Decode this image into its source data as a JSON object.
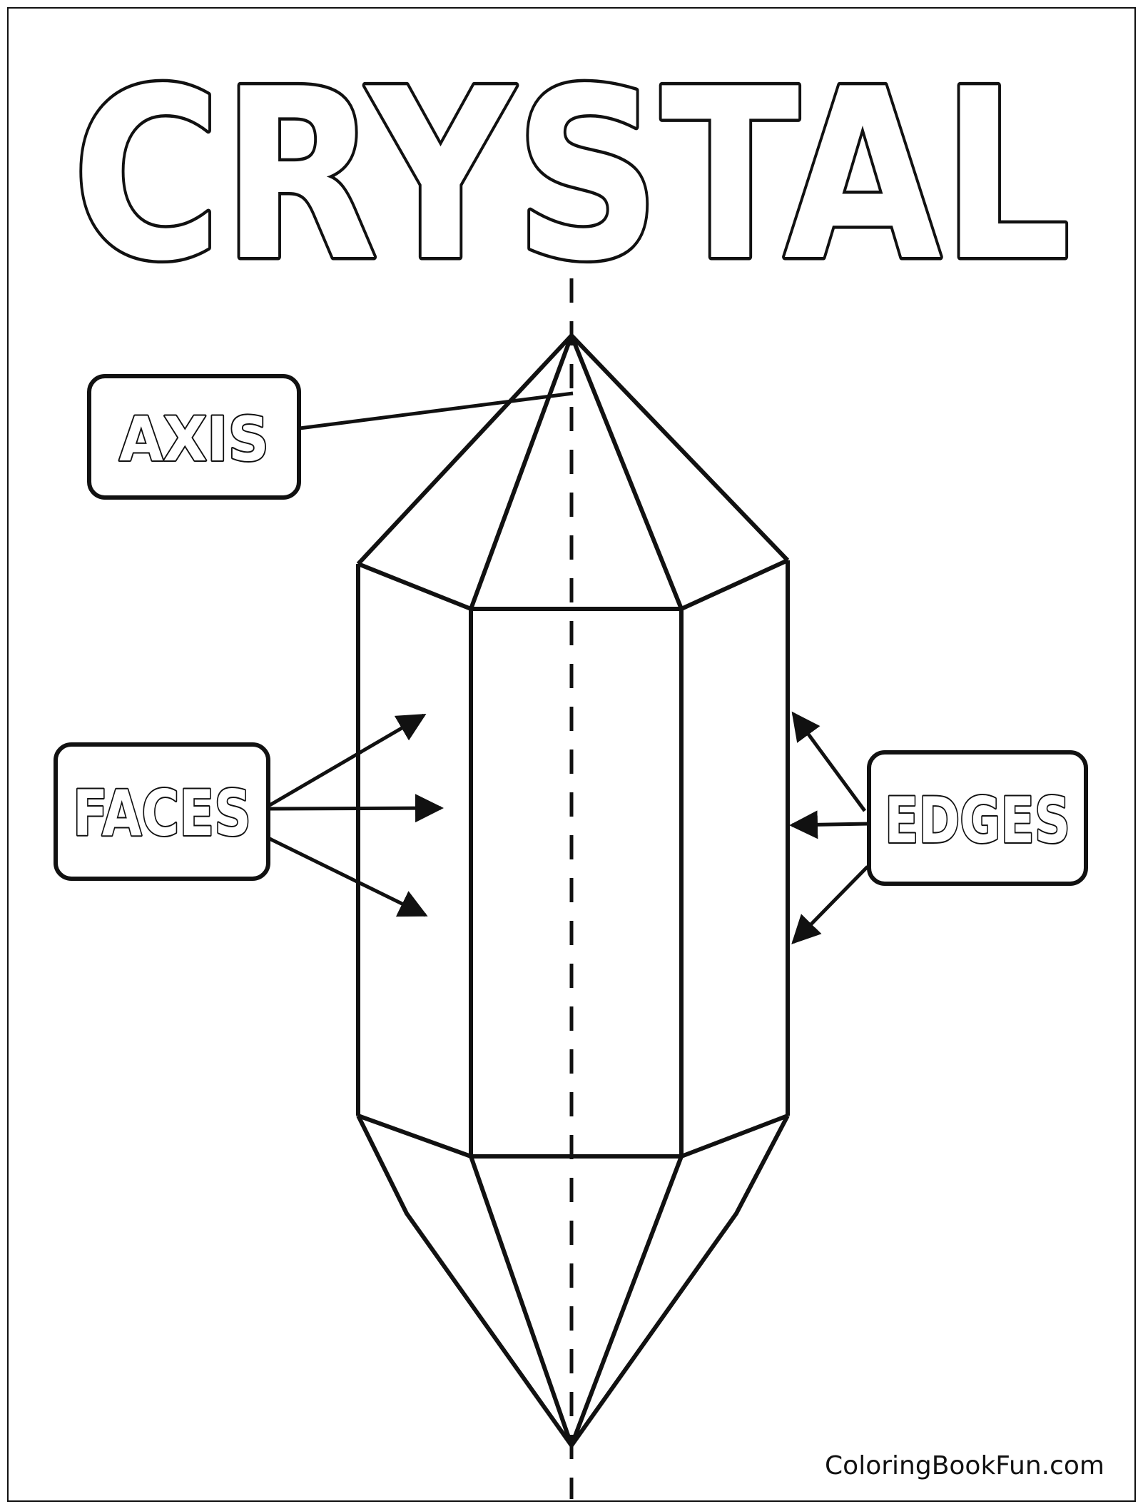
{
  "title": "CRYSTAL",
  "labels": {
    "axis": "AXIS",
    "faces": "FACES",
    "edges": "EDGES"
  },
  "footer": "ColoringBookFun.com",
  "colors": {
    "ink": "#111111",
    "paper": "#ffffff"
  }
}
